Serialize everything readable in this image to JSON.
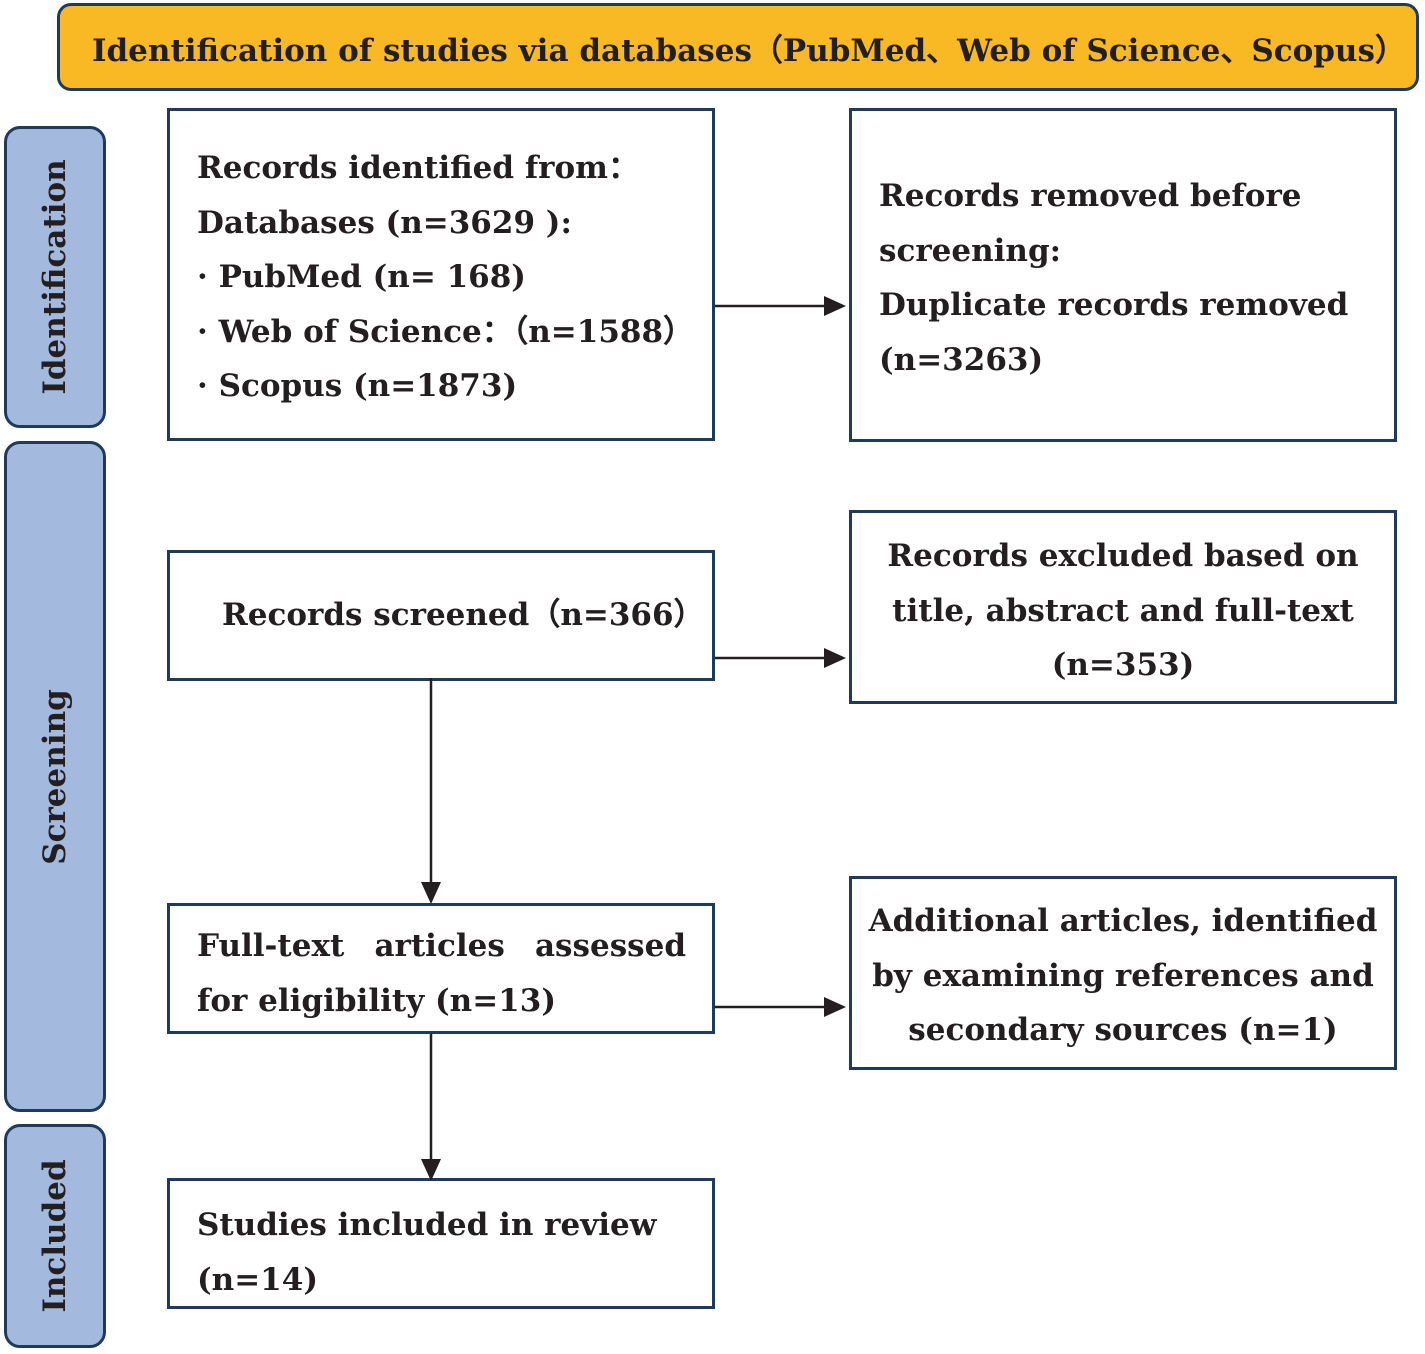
{
  "header": {
    "title": "Identification of studies via databases（PubMed、Web of Science、Scopus）"
  },
  "phases": {
    "identification": "Identification",
    "screening": "Screening",
    "included": "Included"
  },
  "boxes": {
    "records_identified": [
      "Records identified from：",
      "Databases (n=3629 ):",
      "· PubMed (n= 168)",
      "· Web of Science：（n=1588）",
      "· Scopus (n=1873)"
    ],
    "records_removed": [
      "Records removed before",
      "screening:",
      "Duplicate records removed",
      "(n=3263)"
    ],
    "records_screened": "Records screened（n=366）",
    "records_excluded": [
      "Records excluded based on",
      "title, abstract and full-text",
      "(n=353)"
    ],
    "full_text_assessed": "Full-text articles assessed for eligibility (n=13)",
    "additional_articles": [
      "Additional articles, identified",
      "by examining references and",
      "secondary sources (n=1)"
    ],
    "studies_included": [
      "Studies included in review",
      "(n=14)"
    ]
  },
  "colors": {
    "header_fill": "#f9b925",
    "phase_fill": "#a3b9dd",
    "border": "#1f3b5c"
  }
}
